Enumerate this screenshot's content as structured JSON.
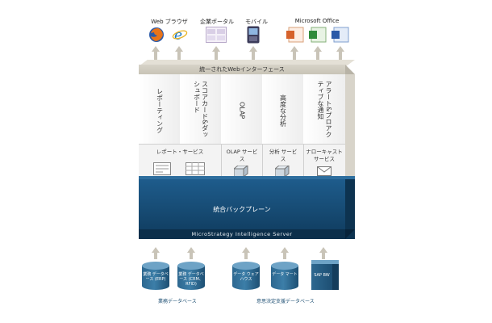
{
  "clients": {
    "web_browser": "Web ブラウザ",
    "portal": "企業ポータル",
    "mobile": "モバイル",
    "office": "Microsoft Office"
  },
  "banner": "統一されたWebインターフェース",
  "capabilities": [
    "レポーティング",
    "スコアカード&ダッシュボード",
    "OLAP",
    "高度な分析",
    "アラート&プロアクティブな通知"
  ],
  "services": {
    "report": "レポート・サービス",
    "olap": "OLAP サービス",
    "analysis": "分析 サービス",
    "narrowcast": "ナローキャスト サービス"
  },
  "backplane": "統合バックプレーン",
  "server": "MicroStrategy Intelligence Server",
  "databases": {
    "erp": "業務 データベース (ERP)",
    "crm": "業務 データベース (CRM、RFID)",
    "dwh": "データ ウェアハウス",
    "mart": "データ マート",
    "sap": "SAP BW"
  },
  "groups": {
    "operational": "業務データベース",
    "decision": "意思決定支援データベース"
  },
  "colors": {
    "backplane": "#164a72",
    "cylinder": "#2e6890",
    "arrow": "#c9c4b8"
  }
}
